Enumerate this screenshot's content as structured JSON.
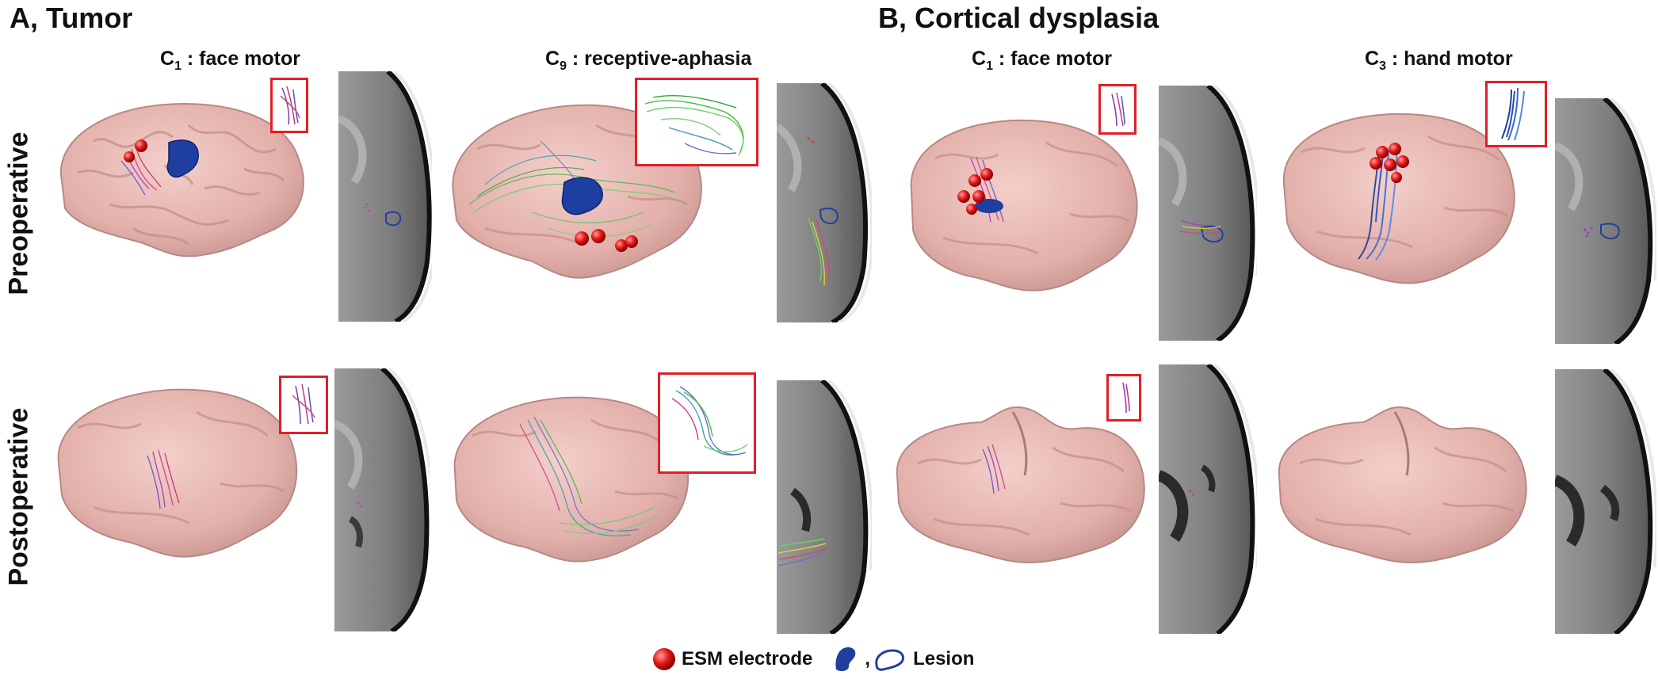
{
  "sections": {
    "a_title": "A, Tumor",
    "b_title": "B, Cortical dysplasia"
  },
  "columns": [
    {
      "prefix": "C",
      "sub": "1",
      "text": " : face motor"
    },
    {
      "prefix": "C",
      "sub": "9",
      "text": " : receptive-aphasia"
    },
    {
      "prefix": "C",
      "sub": "1",
      "text": " : face motor"
    },
    {
      "prefix": "C",
      "sub": "3",
      "text": " : hand motor"
    }
  ],
  "rows": {
    "pre": "Preoperative",
    "post": "Postoperative"
  },
  "legend": {
    "electrode": "ESM electrode",
    "lesion": "Lesion",
    "separator": ","
  },
  "colors": {
    "inset_border": "#e21f26",
    "brain": "#e8b8b4",
    "electrode": "#e02020",
    "lesion": "#1f3fa0",
    "mri_bg": "#8a8a8a"
  }
}
